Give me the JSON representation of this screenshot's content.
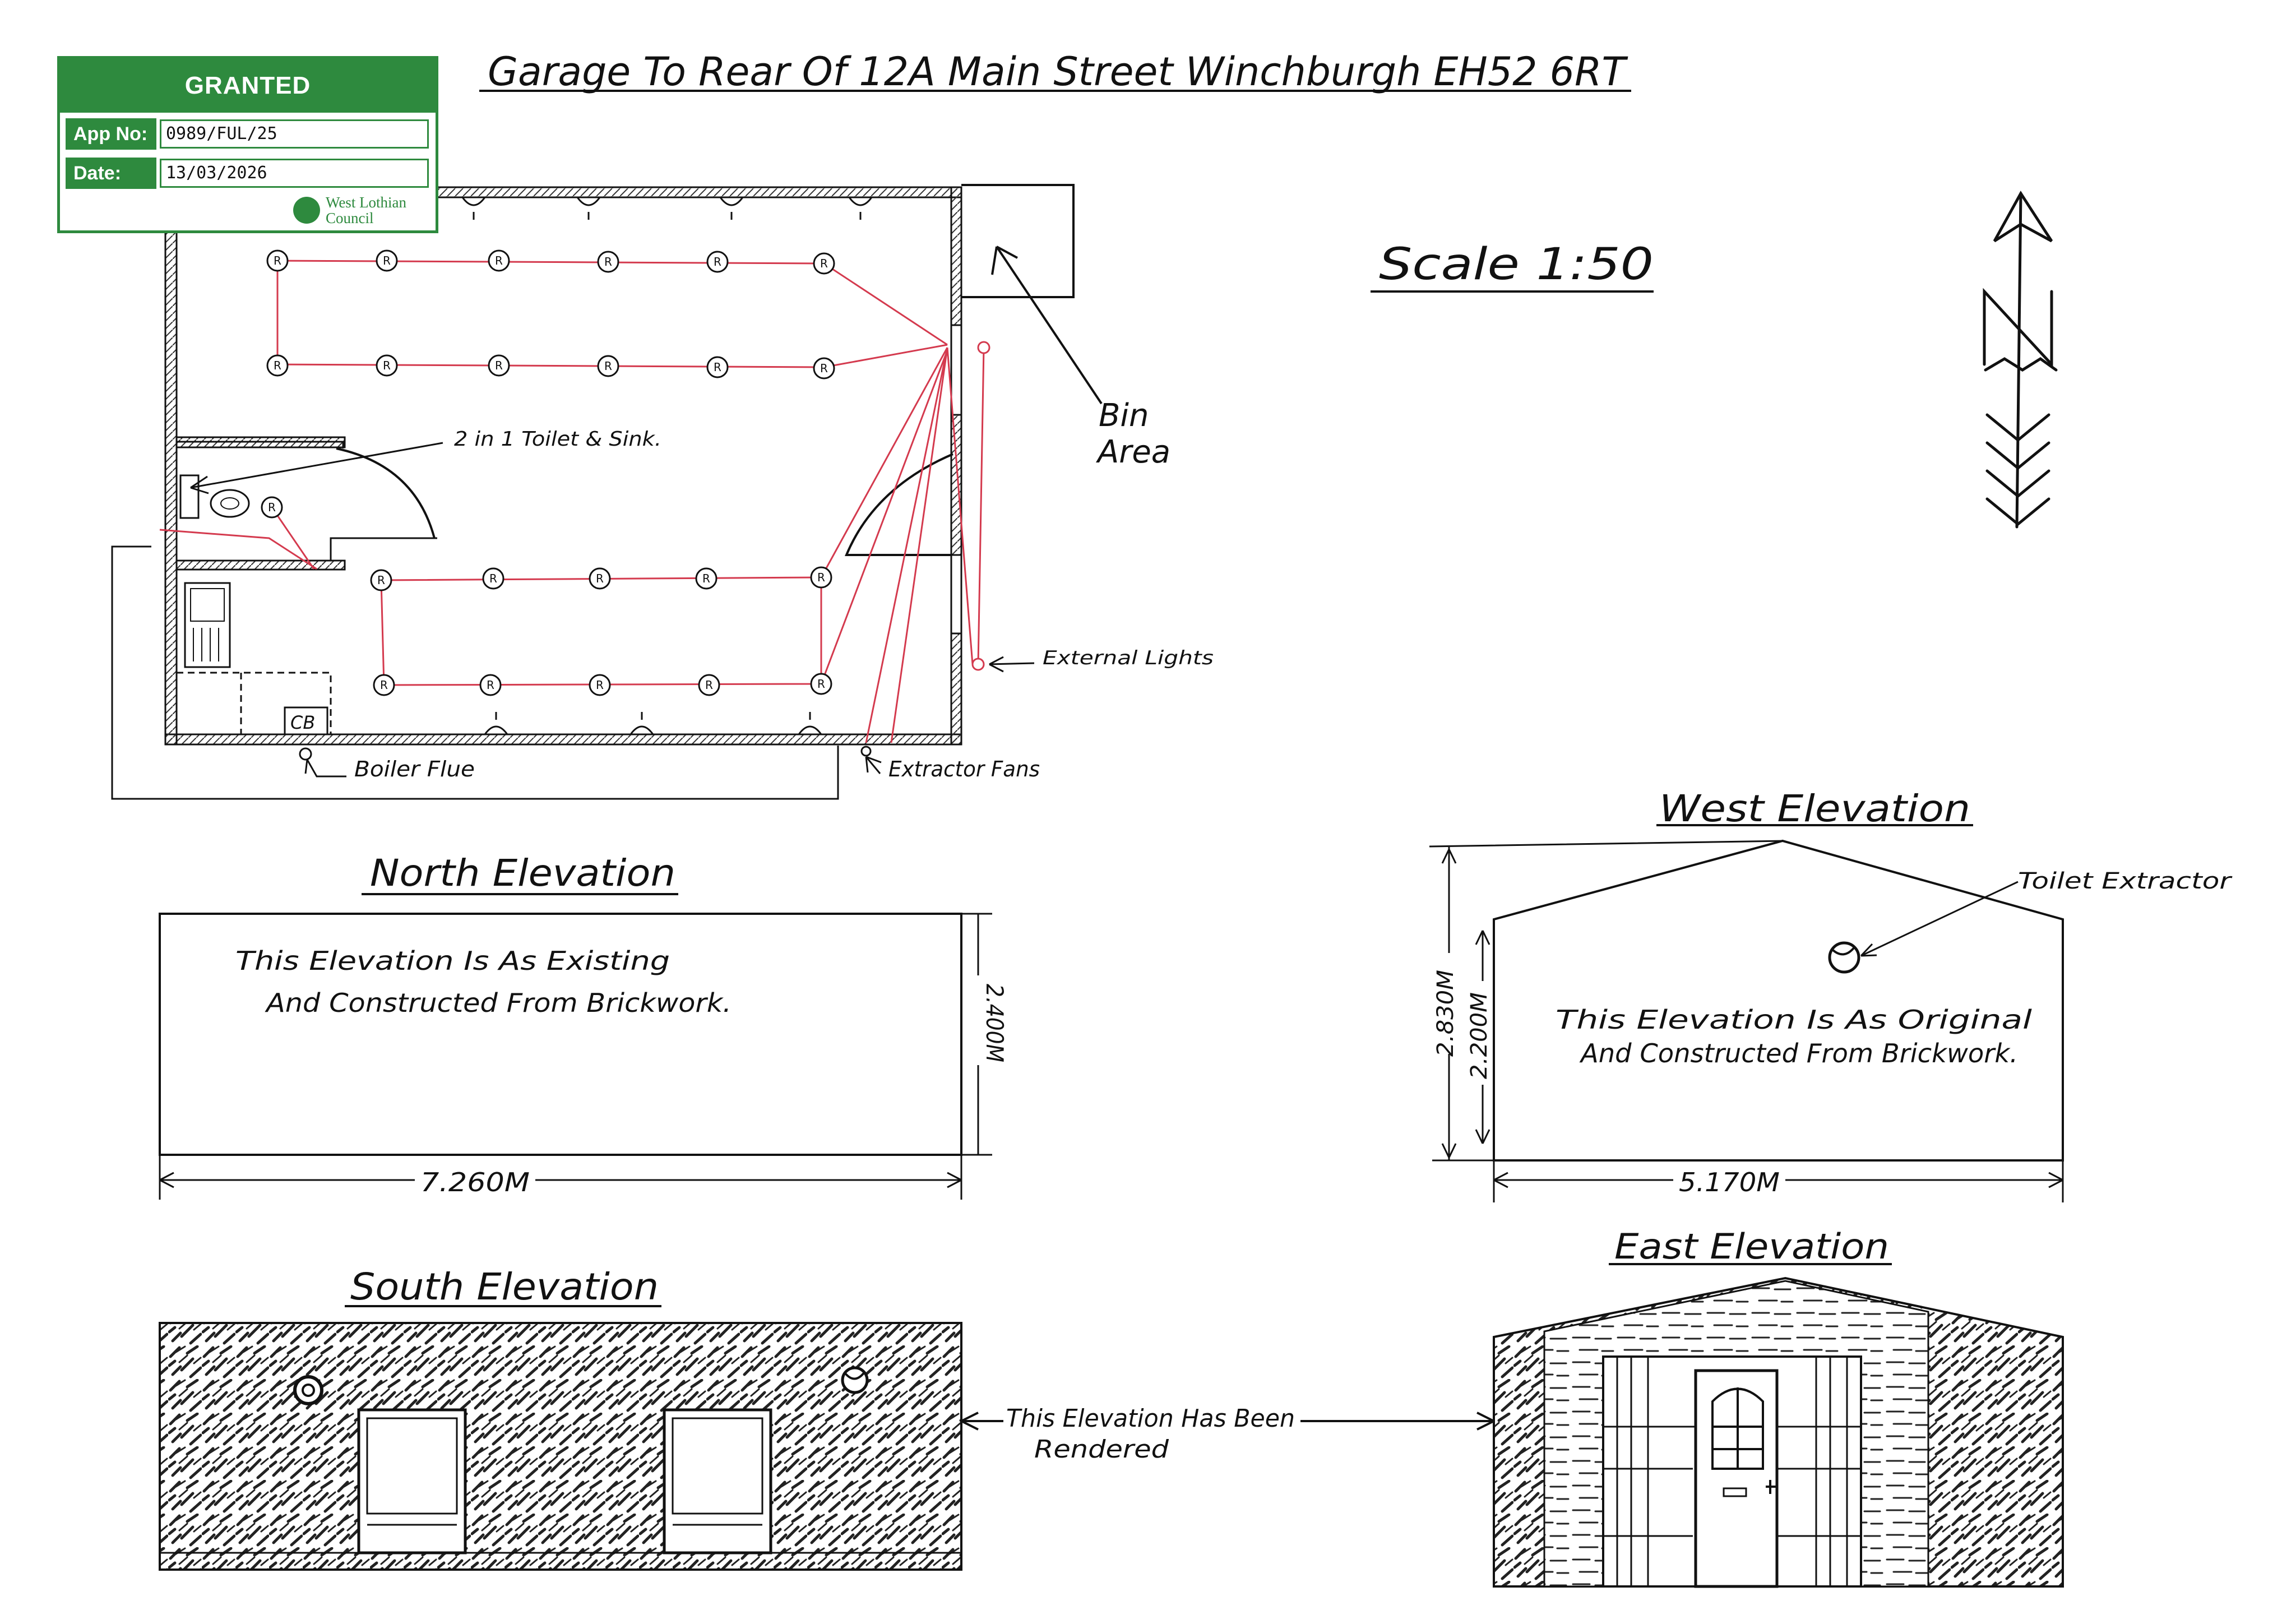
{
  "title": "Garage To Rear Of 12A Main Street Winchburgh EH52 6RT",
  "scale": "Scale 1:50",
  "stamp": {
    "status": "GRANTED",
    "app_label": "App No:",
    "app_value": "0989/FUL/25",
    "date_label": "Date:",
    "date_value": "13/03/2026",
    "logo_line1": "West Lothian",
    "logo_line2": "Council",
    "colour": "#2e8a3e"
  },
  "plan": {
    "toilet_label": "2 in 1 Toilet & Sink.",
    "bin_label_1": "Bin",
    "bin_label_2": "Area",
    "external_lights": "External Lights",
    "boiler_flue": "Boiler Flue",
    "extractor_fans": "Extractor Fans",
    "cb": "CB",
    "socket_symbol": "R",
    "wiring_colour": "#d43a4e"
  },
  "north": {
    "title": "North Elevation",
    "note_1": "This Elevation Is As Existing",
    "note_2": "And Constructed From Brickwork.",
    "height": "2.400M",
    "width": "7.260M"
  },
  "west": {
    "title": "West Elevation",
    "note_1": "This Elevation Is As Original",
    "note_2": "And Constructed From Brickwork.",
    "extractor": "Toilet Extractor",
    "height_1": "2.830M",
    "height_2": "2.200M",
    "width": "5.170M"
  },
  "south": {
    "title": "South Elevation"
  },
  "east": {
    "title": "East Elevation"
  },
  "render_note_1": "This Elevation Has Been",
  "render_note_2": "Rendered"
}
